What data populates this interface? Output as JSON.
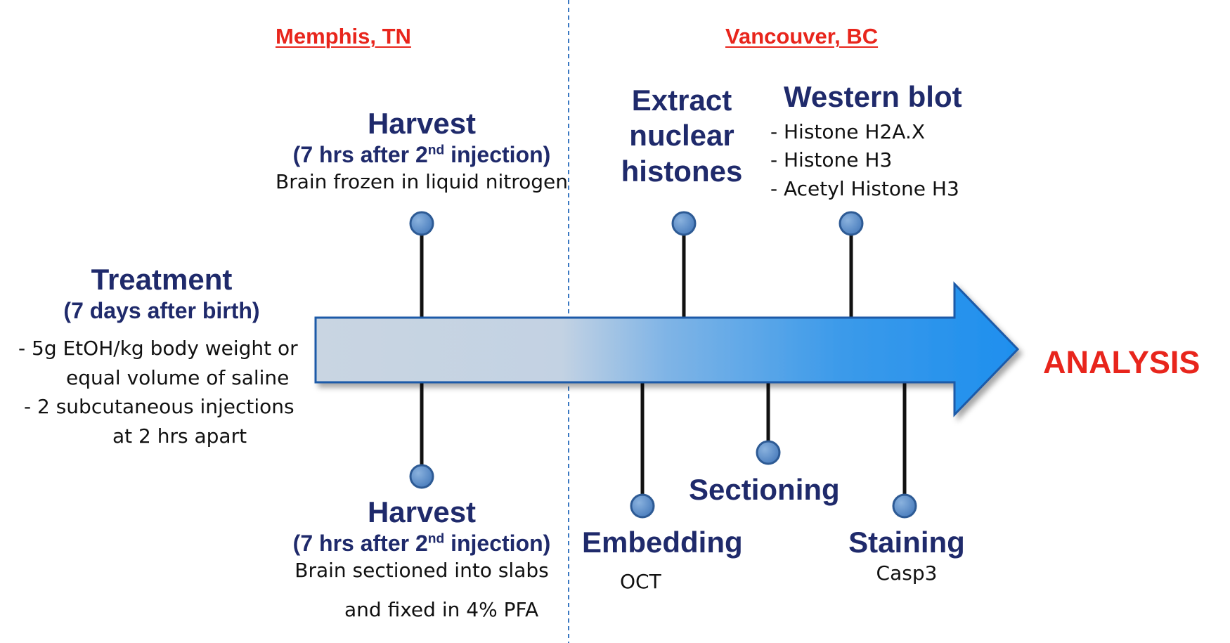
{
  "locations": {
    "left": "Memphis, TN",
    "right": "Vancouver, BC"
  },
  "treatment": {
    "title": "Treatment",
    "subtitle": "(7 days after birth)",
    "lines": [
      "- 5g EtOH/kg body weight or",
      "equal volume of saline",
      "- 2 subcutaneous injections",
      "at 2 hrs apart"
    ]
  },
  "harvest_top": {
    "title": "Harvest",
    "subtitle_pre": "(7 hrs after 2",
    "subtitle_sup": "nd",
    "subtitle_post": " injection)",
    "detail": "Brain frozen in liquid nitrogen"
  },
  "harvest_bottom": {
    "title": "Harvest",
    "subtitle_pre": "(7 hrs after 2",
    "subtitle_sup": "nd",
    "subtitle_post": " injection)",
    "detail_lines": [
      "Brain sectioned into slabs",
      "and fixed in 4% PFA"
    ]
  },
  "extract": {
    "lines": [
      "Extract",
      "nuclear",
      "histones"
    ]
  },
  "western_blot": {
    "title": "Western blot",
    "items": [
      "- Histone H2A.X",
      "- Histone H3",
      "- Acetyl Histone H3"
    ]
  },
  "embedding": {
    "title": "Embedding",
    "detail": "OCT"
  },
  "sectioning": {
    "title": "Sectioning"
  },
  "staining": {
    "title": "Staining",
    "detail": "Casp3"
  },
  "analysis": {
    "label": "ANALYSIS"
  },
  "colors": {
    "title_navy": "#1f2a6b",
    "location_red": "#e8251c",
    "arrow_light": "#c5d3e2",
    "arrow_bright": "#1e90ee",
    "pin_blue": "#5b8dc9",
    "divider_blue": "#3a78c2"
  }
}
